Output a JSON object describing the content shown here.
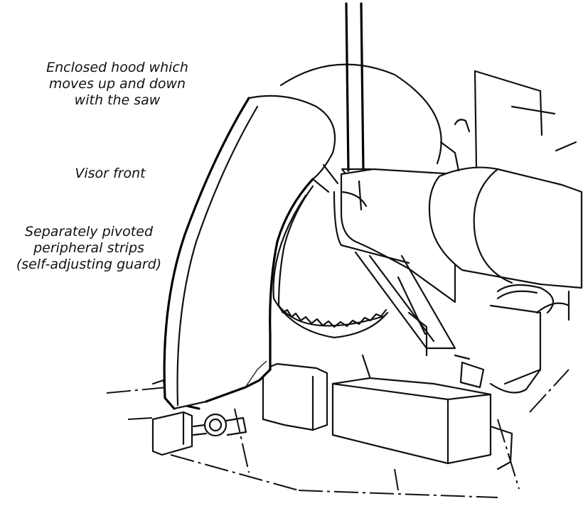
{
  "labels": {
    "hood": [
      "Enclosed hood which",
      "moves up and down",
      "with the saw"
    ],
    "visor": "Visor front",
    "strips": [
      "Separately pivoted",
      "peripheral strips",
      "(self-adjusting guard)"
    ]
  }
}
